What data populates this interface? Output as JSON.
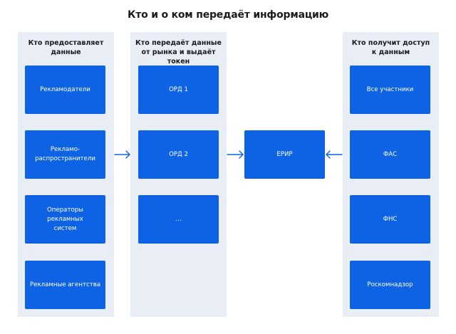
{
  "title": "Кто и о ком передаёт информацию",
  "colors": {
    "node_fill": "#0d63e3",
    "column_fill": "#e9edf5",
    "arrow": "#0d63e3",
    "text_dark": "#1b1b1b"
  },
  "columns": [
    {
      "header_line1": "Кто предоставляет",
      "header_line2": "данные",
      "nodes": [
        {
          "line1": "Рекламодатели",
          "line2": ""
        },
        {
          "line1": "Рекламо-",
          "line2": "распространители"
        },
        {
          "line1": "Операторы рекламных",
          "line2": "систем"
        },
        {
          "line1": "Рекламные агентства",
          "line2": ""
        }
      ]
    },
    {
      "header_line1": "Кто передаёт данные",
      "header_line2": "от рынка и выдаёт токен",
      "nodes": [
        {
          "line1": "ОРД 1",
          "line2": ""
        },
        {
          "line1": "ОРД 2",
          "line2": ""
        },
        {
          "line1": "…",
          "line2": ""
        }
      ]
    },
    {
      "header_line1": "Кто получит доступ",
      "header_line2": "к данным",
      "nodes": [
        {
          "line1": "Все участники",
          "line2": ""
        },
        {
          "line1": "ФАС",
          "line2": ""
        },
        {
          "line1": "ФНС",
          "line2": ""
        },
        {
          "line1": "Роскомнадзор",
          "line2": ""
        }
      ]
    }
  ],
  "center": {
    "label": "ЕРИР"
  }
}
